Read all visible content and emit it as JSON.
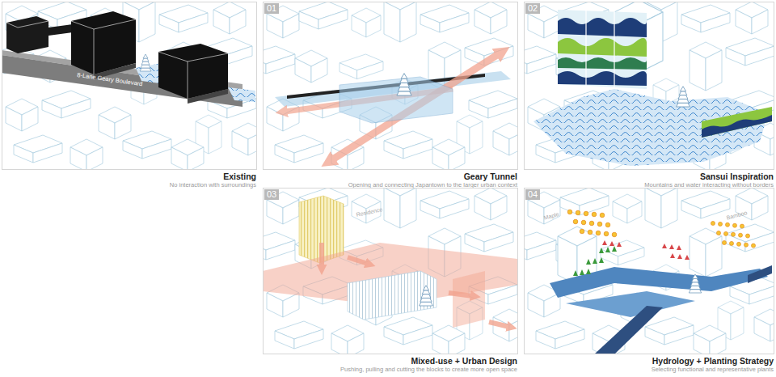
{
  "diagram": {
    "nodes": [
      {
        "text": [
          "Existing",
          "No interaction with surroundings"
        ]
      },
      {
        "text": [
          "Geary Tunnel",
          "Opening and connecting Japantown to the larger urban context"
        ]
      },
      {
        "text": [
          "Sansui Inspiration",
          "Mountains and water interacting without borders"
        ]
      },
      {
        "text": [
          "Mixed-use + Urban Design",
          "Pushing, pulling and cutting the blocks to create more open space"
        ]
      },
      {
        "text": [
          "Hydrology + Planting Strategy",
          "Selecting functional and representative plants"
        ]
      }
    ],
    "labels": [
      "8-Lane Geary Boulevard",
      "01",
      "02",
      "03",
      "04",
      "Residence",
      "Maple",
      "Bamboo"
    ]
  }
}
